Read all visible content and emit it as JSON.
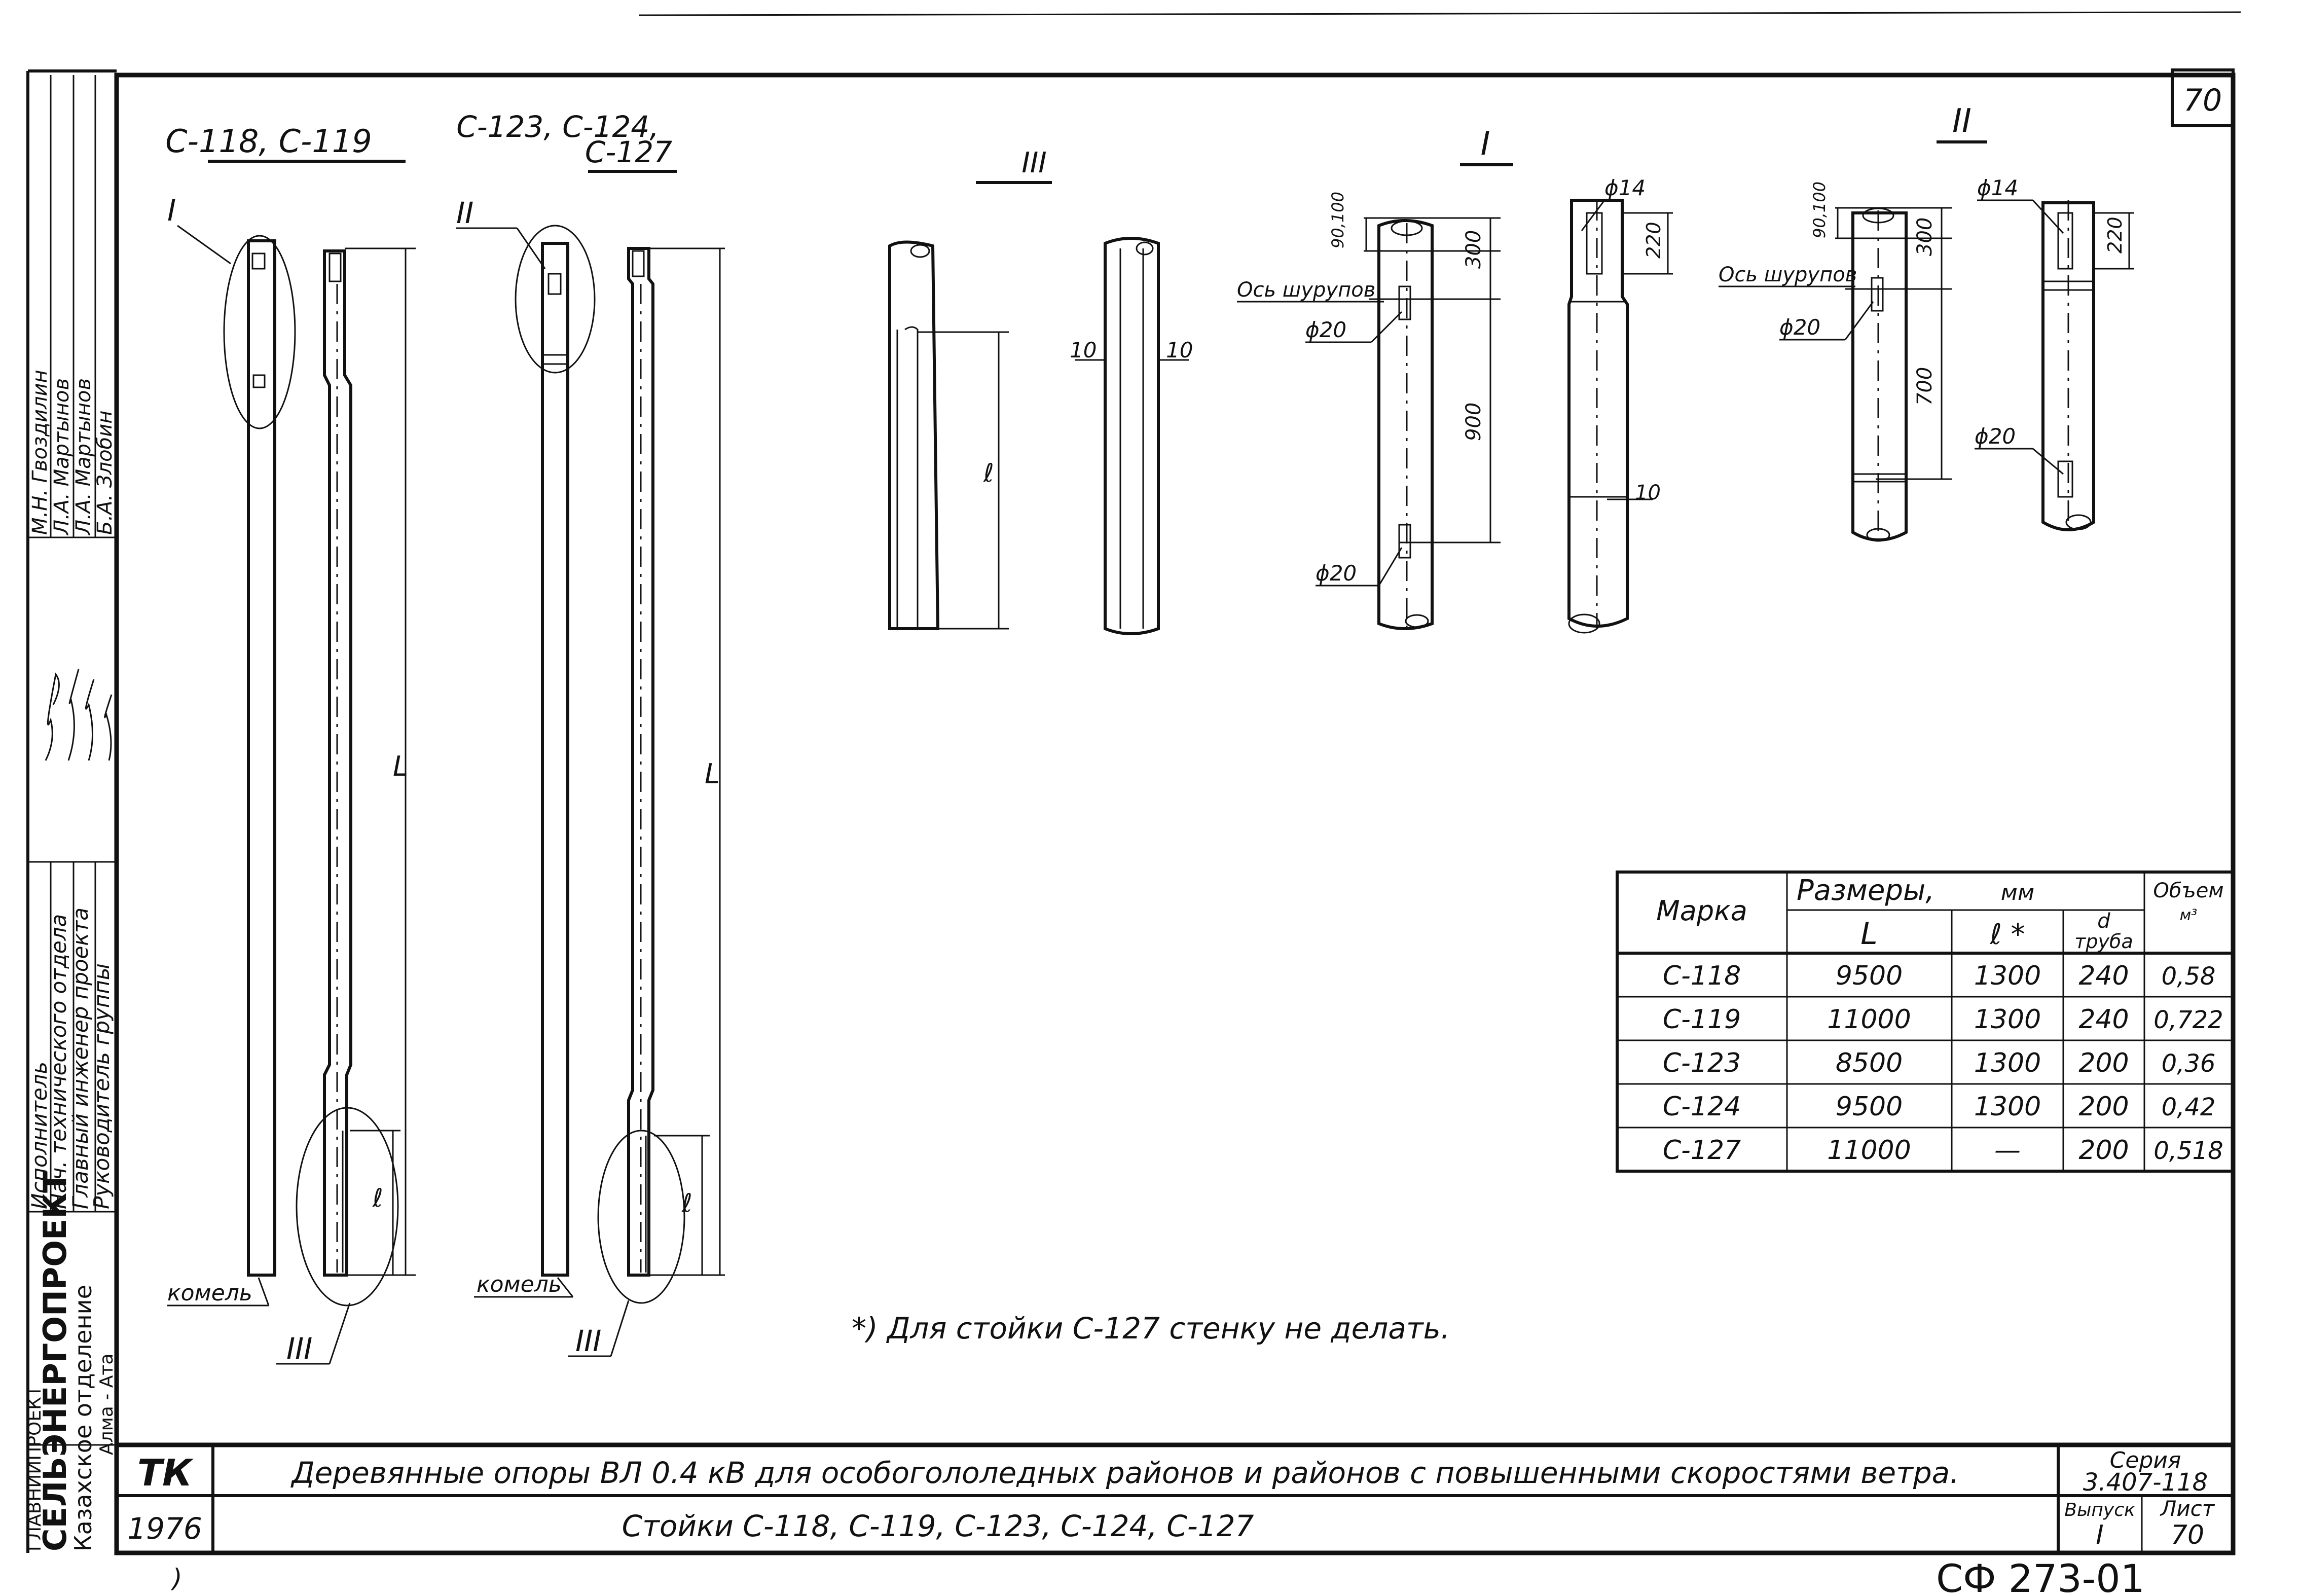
{
  "sheet_number_corner": "70",
  "views": {
    "c118_c119": "С-118, С-119",
    "c123_line1": "С-123, С-124,",
    "c123_line2": "С-127",
    "section_III": "III",
    "detail_I": "I",
    "detail_II": "II"
  },
  "callouts": {
    "I": "I",
    "II": "II",
    "III_a": "III",
    "III_b": "III",
    "komel_a": "комель",
    "komel_b": "комель",
    "L_a": "L",
    "L_b": "L",
    "l_a": "ℓ",
    "l_b": "ℓ",
    "l_sec": "ℓ"
  },
  "dims": {
    "sec_10a": "10",
    "sec_10b": "10",
    "I_90100": "90,100",
    "I_300": "300",
    "I_900": "900",
    "I_220": "220",
    "I_10": "10",
    "I_phi14": "ϕ14",
    "I_phi20a": "ϕ20",
    "I_phi20b": "ϕ20",
    "I_axis": "Ось шурупов",
    "II_90100": "90,100",
    "II_300": "300",
    "II_700": "700",
    "II_220": "220",
    "II_phi14": "ϕ14",
    "II_phi20a": "ϕ20",
    "II_phi20b": "ϕ20",
    "II_axis": "Ось шурупов"
  },
  "table": {
    "h_marka": "Марка",
    "h_sizes": "Размеры,",
    "h_mm": "мм",
    "h_volume": "Объем",
    "h_m3": "м³",
    "h_L": "L",
    "h_l": "ℓ *",
    "h_d": "d",
    "h_truba": "труба",
    "rows": [
      {
        "marka": "С-118",
        "L": "9500",
        "l": "1300",
        "d": "240",
        "v": "0,58"
      },
      {
        "marka": "С-119",
        "L": "11000",
        "l": "1300",
        "d": "240",
        "v": "0,722"
      },
      {
        "marka": "С-123",
        "L": "8500",
        "l": "1300",
        "d": "200",
        "v": "0,36"
      },
      {
        "marka": "С-124",
        "L": "9500",
        "l": "1300",
        "d": "200",
        "v": "0,42"
      },
      {
        "marka": "С-127",
        "L": "11000",
        "l": "—",
        "d": "200",
        "v": "0,518"
      }
    ]
  },
  "footnote": "*) Для стойки С-127 стенку не делать.",
  "side_block": {
    "roles": [
      "Нач. технического отдела",
      "Главный инженер проекта",
      "Руководитель группы",
      "Исполнитель"
    ],
    "names": [
      "М.Н. Гвоздилин",
      "Л.А. Мартынов",
      "Л.А. Мартынов",
      "Б.А. Злобин"
    ],
    "org1": "ГЛАВНИИПРОЕКТ",
    "org2": "СЕЛЬЭНЕРГОПРОЕКТ",
    "org3": "Казахское отделение",
    "org4": "Алма - Ата"
  },
  "title_block": {
    "tk": "ТК",
    "year": "1976",
    "title": "Деревянные опоры ВЛ 0.4 кВ для особогололедных районов и районов с повышенными скоростями ветра.",
    "subtitle": "Стойки С-118, С-119, С-123, С-124, С-127",
    "seriya_label": "Серия",
    "seriya": "3.407-118",
    "vypusk_label": "Выпуск",
    "vypusk": "I",
    "list_label": "Лист",
    "list": "70"
  },
  "code": "СФ 273-01"
}
